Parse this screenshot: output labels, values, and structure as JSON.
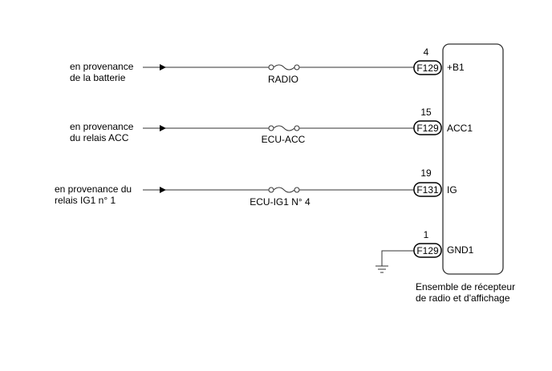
{
  "diagram": {
    "colors": {
      "line": "#333333",
      "text": "#000000",
      "background": "#ffffff"
    },
    "circuits": [
      {
        "source": [
          "en provenance",
          "de la batterie"
        ],
        "fuse": "RADIO",
        "pin": "4",
        "connector": "F129",
        "terminal": "+B1"
      },
      {
        "source": [
          "en provenance",
          "du relais ACC"
        ],
        "fuse": "ECU-ACC",
        "pin": "15",
        "connector": "F129",
        "terminal": "ACC1"
      },
      {
        "source": [
          "en provenance du",
          "relais IG1 n° 1"
        ],
        "fuse": "ECU-IG1 N° 4",
        "pin": "19",
        "connector": "F131",
        "terminal": "IG"
      }
    ],
    "ground": {
      "pin": "1",
      "connector": "F129",
      "terminal": "GND1"
    },
    "component": {
      "name": [
        "Ensemble de récepteur",
        "de radio et d'affichage"
      ]
    }
  }
}
